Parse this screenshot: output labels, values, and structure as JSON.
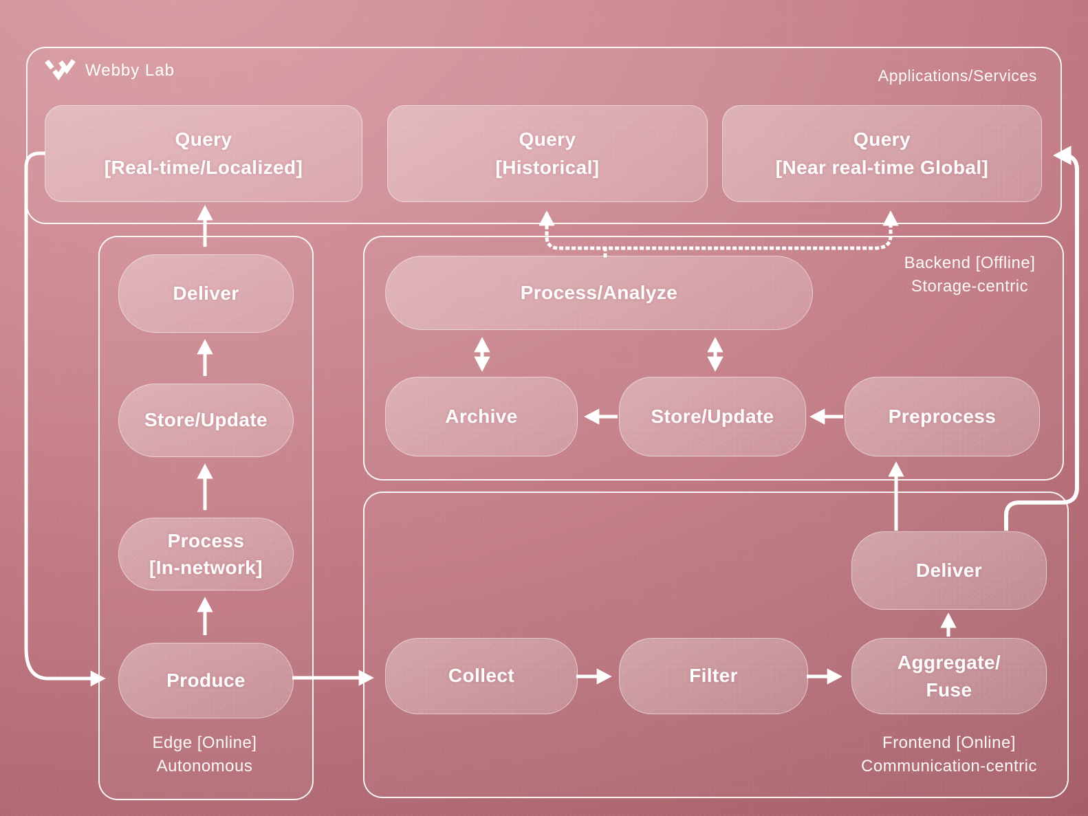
{
  "brand": {
    "name": "Webby Lab"
  },
  "applications": {
    "label": "Applications/Services",
    "queries": [
      {
        "title": "Query",
        "subtitle": "[Real-time/Localized]"
      },
      {
        "title": "Query",
        "subtitle": "[Historical]"
      },
      {
        "title": "Query",
        "subtitle": "[Near real-time Global]"
      }
    ]
  },
  "edge": {
    "caption": [
      "Edge [Online]",
      "Autonomous"
    ],
    "nodes": {
      "deliver": "Deliver",
      "store_update": "Store/Update",
      "process_line1": "Process",
      "process_line2": "[In-network]",
      "produce": "Produce"
    }
  },
  "backend": {
    "caption": [
      "Backend [Offline]",
      "Storage-centric"
    ],
    "nodes": {
      "process_analyze": "Process/Analyze",
      "archive": "Archive",
      "store_update": "Store/Update",
      "preprocess": "Preprocess"
    }
  },
  "frontend": {
    "caption": [
      "Frontend [Online]",
      "Communication-centric"
    ],
    "nodes": {
      "collect": "Collect",
      "filter": "Filter",
      "aggregate_line1": "Aggregate/",
      "aggregate_line2": "Fuse",
      "deliver": "Deliver"
    }
  },
  "colors": {
    "background": "#c27981",
    "line": "#ffffff",
    "node_fill": "rgba(255,255,255,0.26)"
  }
}
